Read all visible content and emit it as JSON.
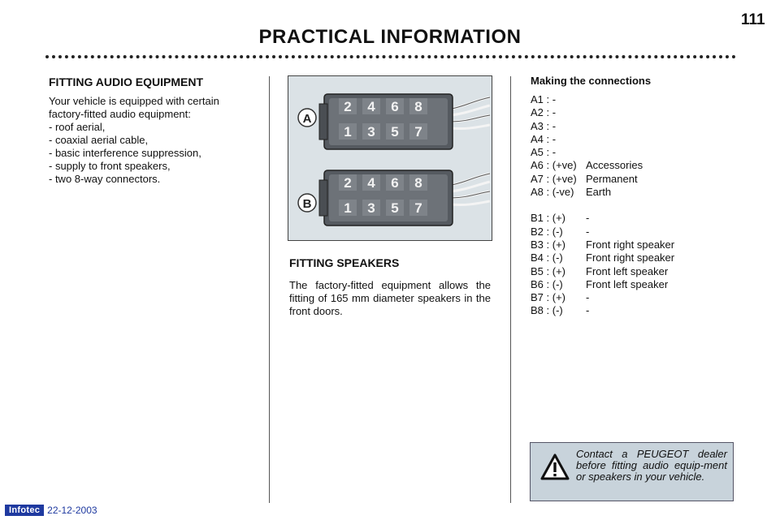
{
  "header": {
    "page_number": "111",
    "title": "PRACTICAL INFORMATION"
  },
  "fitting_audio": {
    "heading": "FITTING AUDIO EQUIPMENT",
    "intro": "Your vehicle is equipped with certain factory-fitted audio equipment:",
    "items": [
      "- roof aerial,",
      "- coaxial aerial cable,",
      "- basic interference suppression,",
      "- supply to front speakers,",
      "- two 8-way connectors."
    ]
  },
  "figure": {
    "connector_a": {
      "label": "A",
      "top_pins": [
        "2",
        "4",
        "6",
        "8"
      ],
      "bottom_pins": [
        "1",
        "3",
        "5",
        "7"
      ]
    },
    "connector_b": {
      "label": "B",
      "top_pins": [
        "2",
        "4",
        "6",
        "8"
      ],
      "bottom_pins": [
        "1",
        "3",
        "5",
        "7"
      ]
    }
  },
  "fitting_speakers": {
    "heading": "FITTING SPEAKERS",
    "text": "The factory-fitted equipment allows the fitting of 165 mm diameter speakers in the front doors."
  },
  "connections": {
    "heading": "Making the connections",
    "connector_a": [
      {
        "pin": "A1 : -",
        "desc": ""
      },
      {
        "pin": "A2 : -",
        "desc": ""
      },
      {
        "pin": "A3 : -",
        "desc": ""
      },
      {
        "pin": "A4 : -",
        "desc": ""
      },
      {
        "pin": "A5 : -",
        "desc": ""
      },
      {
        "pin": "A6 : (+ve)",
        "desc": "Accessories"
      },
      {
        "pin": "A7 : (+ve)",
        "desc": "Permanent"
      },
      {
        "pin": "A8 : (-ve)",
        "desc": "Earth"
      }
    ],
    "connector_b": [
      {
        "pin": "B1 : (+)",
        "desc": "-"
      },
      {
        "pin": "B2 : (-)",
        "desc": "-"
      },
      {
        "pin": "B3 : (+)",
        "desc": "Front right speaker"
      },
      {
        "pin": "B4 : (-)",
        "desc": "Front right speaker"
      },
      {
        "pin": "B5 : (+)",
        "desc": "Front left speaker"
      },
      {
        "pin": "B6 : (-)",
        "desc": "Front left speaker"
      },
      {
        "pin": "B7 : (+)",
        "desc": "-"
      },
      {
        "pin": "B8 : (-)",
        "desc": "-"
      }
    ]
  },
  "warning": {
    "icon": "warning-triangle-icon",
    "text": "Contact a PEUGEOT dealer before fitting audio equip-ment or speakers in your vehicle."
  },
  "footer": {
    "badge": "Infotec",
    "date": "22-12-2003"
  }
}
